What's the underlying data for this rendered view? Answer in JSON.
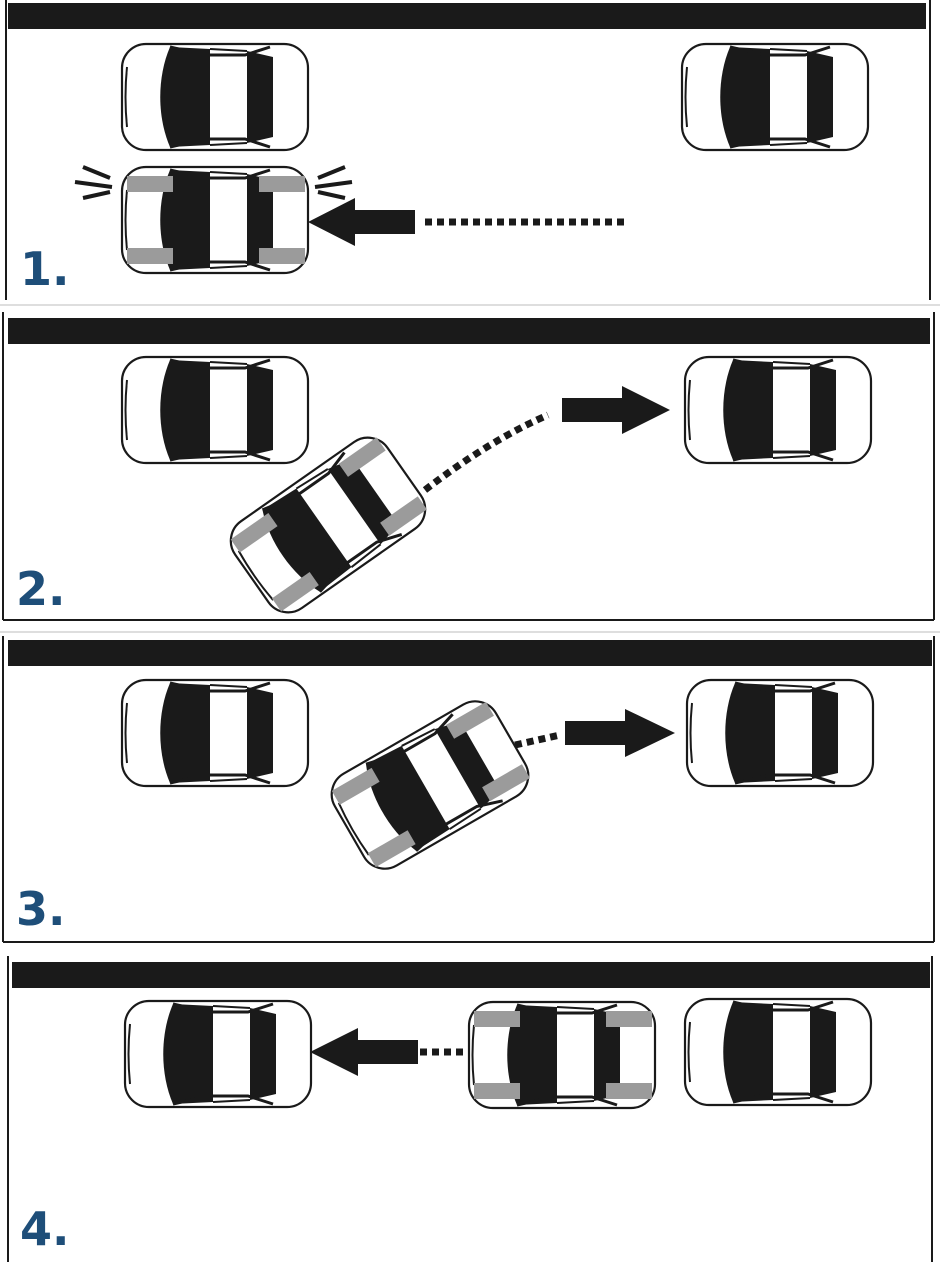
{
  "colors": {
    "ink": "#1a1a1a",
    "tire": "#9b9b9b",
    "number": "#1e4e79",
    "background": "#ffffff"
  },
  "panels": [
    {
      "number": "1.",
      "cars": [
        {
          "role": "parked-front",
          "heading": 0,
          "wheels": false
        },
        {
          "role": "parked-rear",
          "heading": 0,
          "wheels": false
        },
        {
          "role": "maneuvering",
          "heading": 0,
          "wheels": true,
          "signal": true
        }
      ],
      "arrow": "left"
    },
    {
      "number": "2.",
      "cars": [
        {
          "role": "parked-front",
          "heading": 0,
          "wheels": false
        },
        {
          "role": "parked-rear",
          "heading": 0,
          "wheels": false
        },
        {
          "role": "maneuvering",
          "heading": -35,
          "wheels": true
        }
      ],
      "arrow": "right"
    },
    {
      "number": "3.",
      "cars": [
        {
          "role": "parked-front",
          "heading": 0,
          "wheels": false
        },
        {
          "role": "parked-rear",
          "heading": 0,
          "wheels": false
        },
        {
          "role": "maneuvering",
          "heading": -30,
          "wheels": true
        }
      ],
      "arrow": "right"
    },
    {
      "number": "4.",
      "cars": [
        {
          "role": "parked-front",
          "heading": 0,
          "wheels": false
        },
        {
          "role": "maneuvering",
          "heading": 0,
          "wheels": true
        },
        {
          "role": "parked-rear",
          "heading": 0,
          "wheels": false
        }
      ],
      "arrow": "left"
    }
  ]
}
